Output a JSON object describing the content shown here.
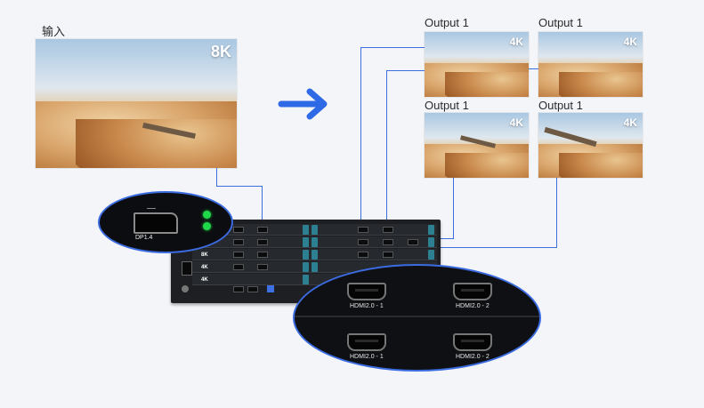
{
  "input": {
    "label": "输入",
    "resolution": "8K"
  },
  "outputs": [
    {
      "label": "Output 1",
      "resolution": "4K"
    },
    {
      "label": "Output 1",
      "resolution": "4K"
    },
    {
      "label": "Output 1",
      "resolution": "4K"
    },
    {
      "label": "Output 1",
      "resolution": "4K"
    }
  ],
  "device": {
    "row_labels": [
      "8K",
      "4K",
      "4K"
    ],
    "dp_port_label": "DP1.4",
    "hdmi_ports": [
      "HDMI2.0 - 1",
      "HDMI2.0 - 2",
      "HDMI2.0 - 1",
      "HDMI2.0 - 2"
    ]
  },
  "colors": {
    "connector_line": "#3d6fe0",
    "arrow": "#2f6ae6",
    "led": "#1fd94a"
  },
  "icons": {
    "arrow": "arrow-right-icon"
  }
}
